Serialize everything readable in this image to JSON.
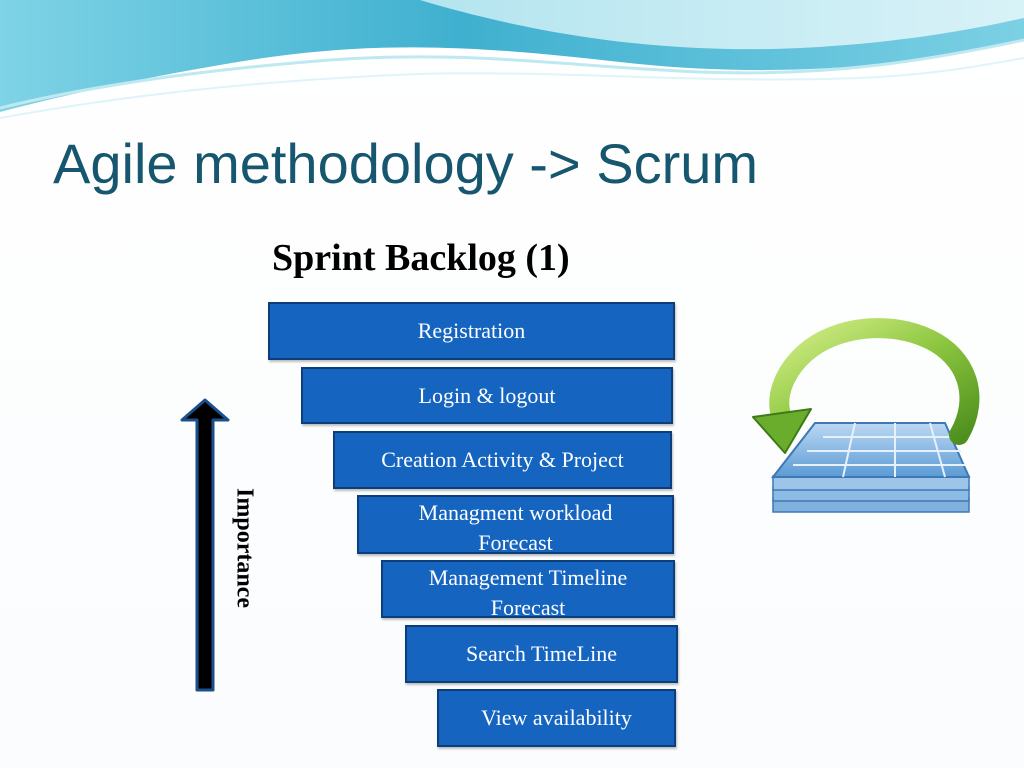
{
  "slide": {
    "title": "Agile methodology -> Scrum",
    "subtitle": "Sprint Backlog (1)"
  },
  "backlog": {
    "items": [
      {
        "label": "Registration"
      },
      {
        "label": "Login & logout"
      },
      {
        "label": "Creation Activity & Project"
      },
      {
        "label": "Managment workload\nForecast"
      },
      {
        "label": "Management Timeline\nForecast"
      },
      {
        "label": "Search TimeLine"
      },
      {
        "label": "View availability"
      }
    ]
  },
  "axis": {
    "label": "Importance"
  },
  "icons": {
    "cycle": "sprint-cycle-icon",
    "arrow": "up-arrow-icon"
  },
  "colors": {
    "title": "#17566f",
    "bar_fill": "#1565c0",
    "bar_border": "#0e3e7a",
    "arrow": "#000000",
    "cycle_green": "#8cc63f",
    "stack_blue": "#5b9bd5"
  }
}
